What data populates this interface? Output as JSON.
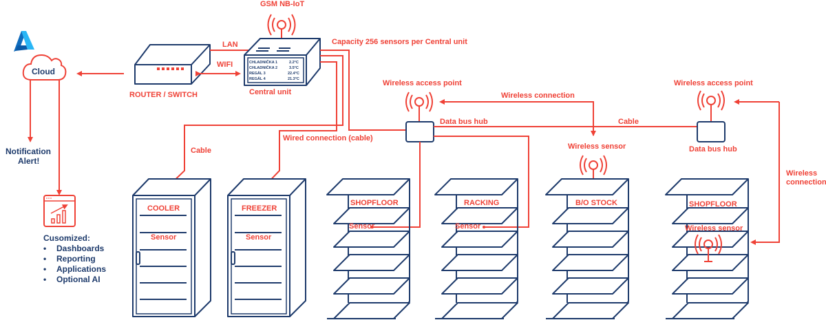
{
  "colors": {
    "accent": "#ef4136",
    "primary": "#1d3a6b",
    "azure": "#0f7fd6"
  },
  "labels": {
    "gsm": "GSM NB-IoT",
    "lan": "LAN",
    "wifi": "WIFI",
    "cloud": "Cloud",
    "router": "ROUTER / SWITCH",
    "central": "Central unit",
    "capacity": "Capacity 256 sensors per Central unit",
    "wap1": "Wireless access point",
    "wap2": "Wireless access point",
    "wireless_connection_top": "Wireless connection",
    "data_bus_hub_1": "Data bus hub",
    "data_bus_hub_2": "Data bus hub",
    "cable_right": "Cable",
    "cable_left": "Cable",
    "wired_connection": "Wired connection (cable)",
    "wireless_sensor_top": "Wireless sensor",
    "wireless_connection_right_1": "Wireless",
    "wireless_connection_right_2": "connection",
    "notification_1": "Notification",
    "notification_2": "Alert!"
  },
  "central_screen": [
    {
      "name": "CHLADNIČKA 1",
      "value": "2.2°C"
    },
    {
      "name": "CHLADNIČKA 2",
      "value": "3.5°C"
    },
    {
      "name": "REGÁL 3",
      "value": "22.4°C"
    },
    {
      "name": "REGÁL 4",
      "value": "21.3°C"
    }
  ],
  "customized": {
    "title": "Cusomized:",
    "items": [
      "Dashboards",
      "Reporting",
      "Applications",
      "Optional AI"
    ]
  },
  "units": [
    {
      "label": "COOLER",
      "sensor": "Sensor"
    },
    {
      "label": "FREEZER",
      "sensor": "Sensor"
    },
    {
      "label": "SHOPFLOOR",
      "sensor": "Sensor"
    },
    {
      "label": "RACKING",
      "sensor": "Sensor"
    },
    {
      "label": "B/O STOCK"
    },
    {
      "label": "SHOPFLOOR",
      "sensor": "Wireless sensor"
    }
  ]
}
